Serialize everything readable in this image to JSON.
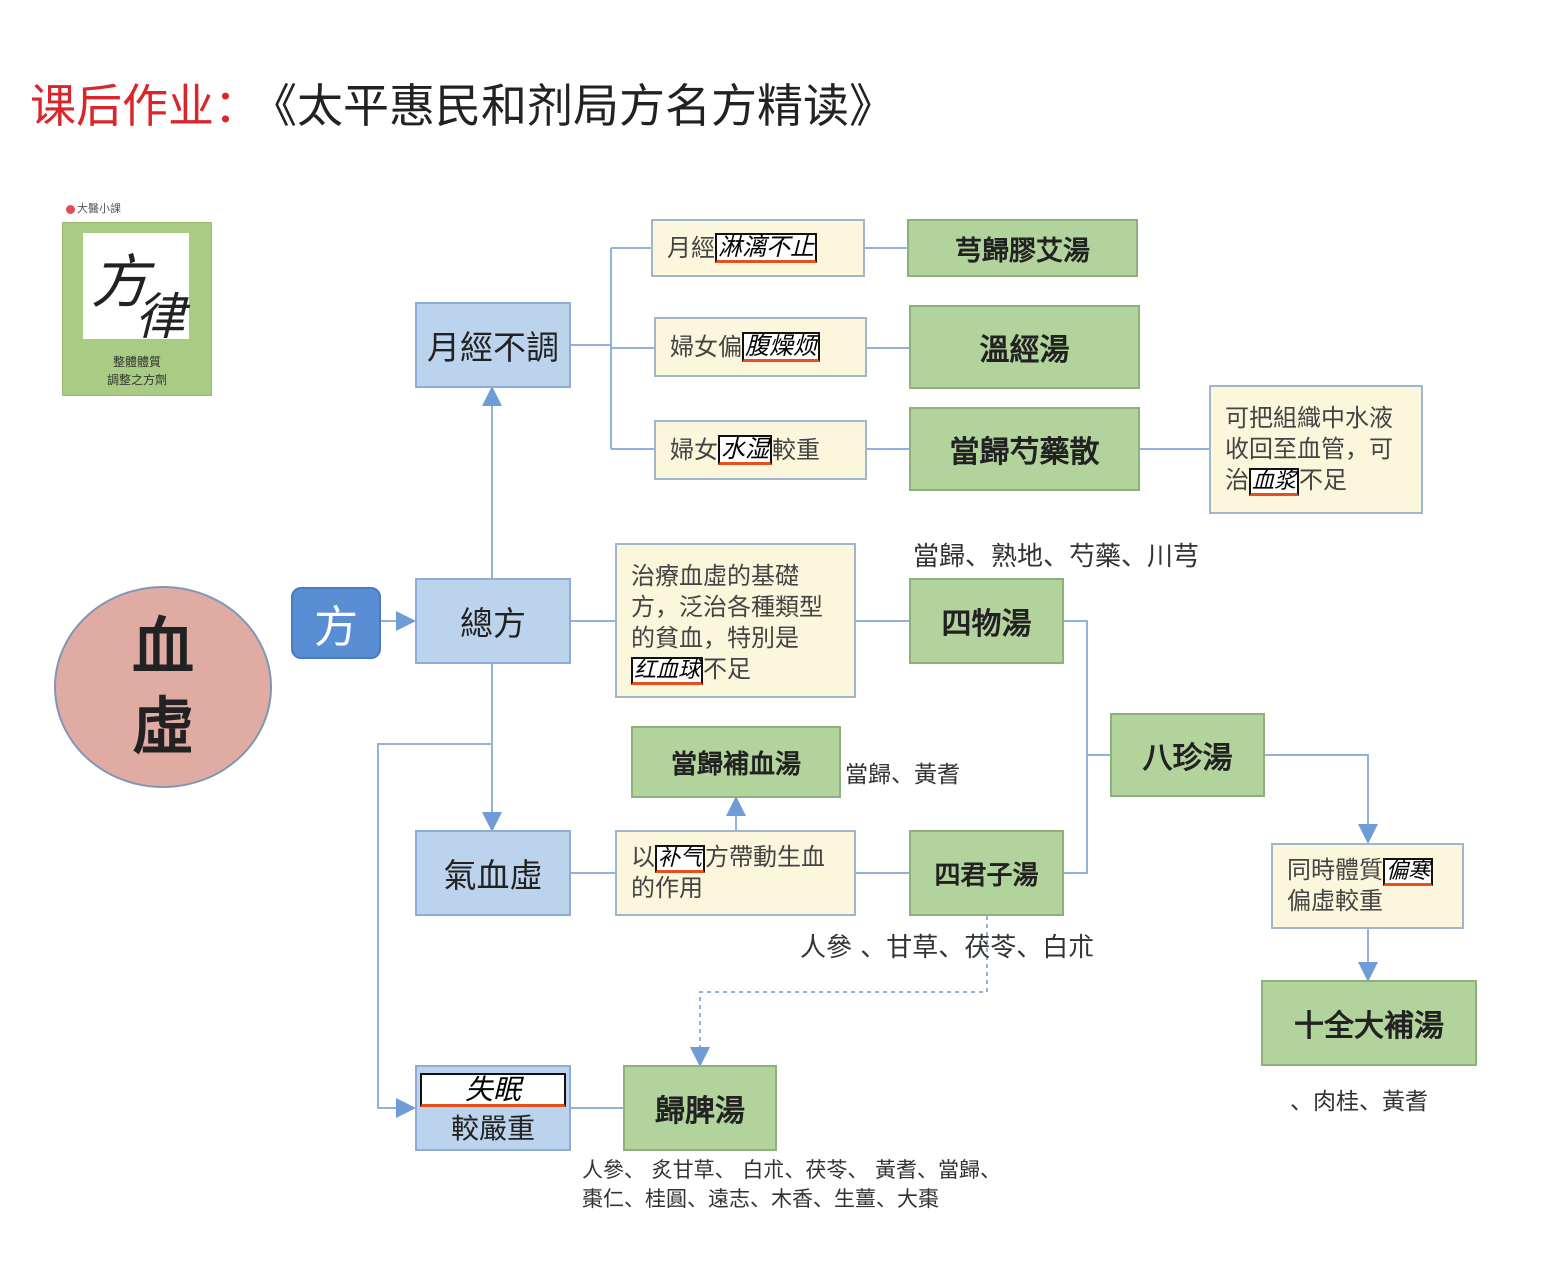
{
  "title": {
    "prefix": "课后作业",
    "colon": "：",
    "main": "《太平惠民和剂局方名方精读》"
  },
  "logo": {
    "brand": "大醫小課",
    "calligraphy_1": "方",
    "calligraphy_2": "律",
    "caption_1": "整體體質",
    "caption_2": "調整之方劑"
  },
  "root": {
    "line1": "血",
    "line2": "虛"
  },
  "fang": "方",
  "categories": {
    "menstrual": "月經不調",
    "general": "總方",
    "qi_blood": "氣血虛",
    "insomnia_hw": "失眠",
    "insomnia_text": "較嚴重"
  },
  "descriptions": {
    "d1_prefix": "月經",
    "d1_hw": "淋漓不止",
    "d2_prefix": "婦女偏",
    "d2_hw": "腹燥烦",
    "d3_prefix": "婦女",
    "d3_hw": "水湿",
    "d3_suffix": "較重",
    "d4_text": "治療血虛的基礎方，泛治各種類型的貧血，特別是",
    "d4_hw": "红血球",
    "d4_suffix": "不足",
    "d5_prefix": "以",
    "d5_hw": "补气",
    "d5_suffix": "方帶動生血的作用",
    "note_1": "可把組織中水液收回至血管，可治",
    "note_1_hw": "血浆",
    "note_1_suffix": "不足",
    "note_2_prefix": "同時體質",
    "note_2_hw": "偏寒",
    "note_2_suffix": "偏虛較重"
  },
  "formulas": {
    "f1": "芎歸膠艾湯",
    "f2": "溫經湯",
    "f3": "當歸芍藥散",
    "f4": "四物湯",
    "f5": "當歸補血湯",
    "f6": "四君子湯",
    "f7": "八珍湯",
    "f8": "十全大補湯",
    "f9": "歸脾湯"
  },
  "ingredients": {
    "siwu": "當歸、熟地、芍藥、川芎",
    "danggui_buxue": "當歸、黃耆",
    "sijunzi": "人參 、甘草、茯苓、白朮",
    "shiquan": "、肉桂、黃耆",
    "guipi": "人參、 炙甘草、 白朮、茯苓、 黃耆、當歸、棗仁、桂圓、遠志、木香、生薑、大棗"
  },
  "colors": {
    "title_red": "#d9262b",
    "blue_box": "#bcd3ee",
    "green_box": "#b3d39d",
    "cream_box": "#fbf6dc",
    "root_circle": "#e0aba2",
    "fang_box": "#5a8ed4",
    "connector": "#7ea6d9"
  }
}
